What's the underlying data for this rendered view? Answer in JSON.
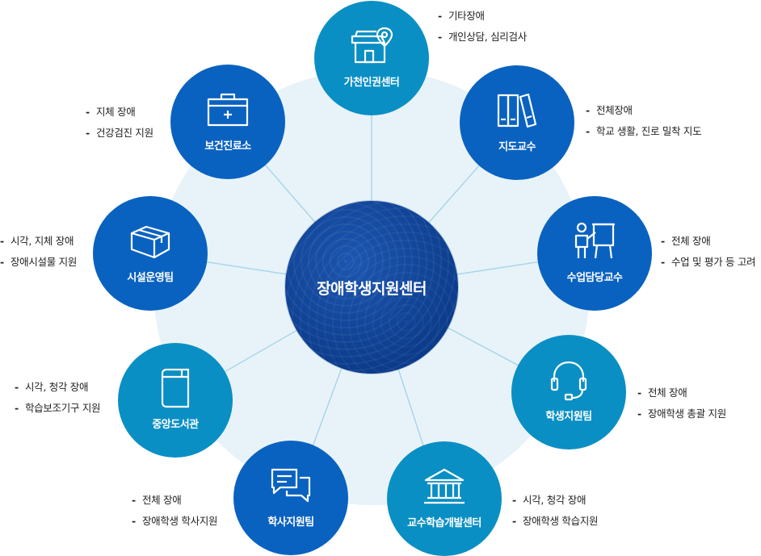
{
  "center": {
    "label": "장애학생지원센터"
  },
  "colors": {
    "center": "#0c3c8c",
    "blue_node": "#0a62c0",
    "teal_node": "#0a8fc4",
    "halo": "#e8f3f9",
    "connector": "#a9d6e8"
  },
  "nodes": [
    {
      "label": "가천인권센터",
      "icon": "store-pin-icon",
      "items": [
        "기타장애",
        "개인상담, 심리검사"
      ]
    },
    {
      "label": "지도교수",
      "icon": "binders-icon",
      "items": [
        "전체장애",
        "학교 생활, 진로 밀착 지도"
      ]
    },
    {
      "label": "수업담당교수",
      "icon": "teacher-board-icon",
      "items": [
        "전체 장애",
        "수업 및 평가 등 고려"
      ]
    },
    {
      "label": "학생지원팀",
      "icon": "headset-icon",
      "items": [
        "전체 장애",
        "장애학생 총괄 지원"
      ]
    },
    {
      "label": "교수학습개발센터",
      "icon": "institution-icon",
      "items": [
        "시각, 청각 장애",
        "장애학생 학습지원"
      ]
    },
    {
      "label": "학사지원팀",
      "icon": "chat-icon",
      "items": [
        "전체 장애",
        "장애학생 학사지원"
      ]
    },
    {
      "label": "중앙도서관",
      "icon": "book-icon",
      "items": [
        "시각, 청각 장애",
        "학습보조기구 지원"
      ]
    },
    {
      "label": "시설운영팀",
      "icon": "box-icon",
      "items": [
        "시각, 지체 장애",
        "장애시설물 지원"
      ]
    },
    {
      "label": "보건진료소",
      "icon": "medical-kit-icon",
      "items": [
        "지체 장애",
        "건강검진 지원"
      ]
    }
  ]
}
